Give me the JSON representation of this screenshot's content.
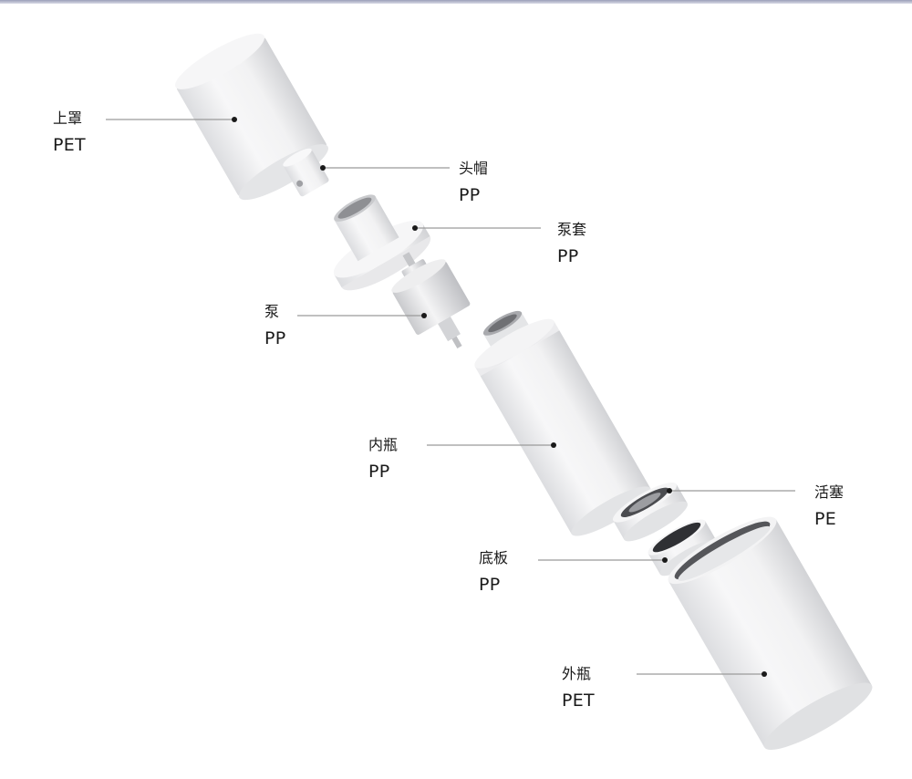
{
  "parts": [
    {
      "id": "outer-cap",
      "name": "上罩",
      "material": "PET"
    },
    {
      "id": "actuator-head",
      "name": "头帽",
      "material": "PP"
    },
    {
      "id": "pump-collar",
      "name": "泵套",
      "material": "PP"
    },
    {
      "id": "pump",
      "name": "泵",
      "material": "PP"
    },
    {
      "id": "inner-bottle",
      "name": "内瓶",
      "material": "PP"
    },
    {
      "id": "piston",
      "name": "活塞",
      "material": "PE"
    },
    {
      "id": "base-plate",
      "name": "底板",
      "material": "PP"
    },
    {
      "id": "outer-bottle",
      "name": "外瓶",
      "material": "PET"
    }
  ],
  "colors": {
    "part_fill": "#f3f3f4",
    "part_shadow": "#d6d7da",
    "leader_line": "#9a9a9a",
    "dot": "#1a1a1a"
  }
}
